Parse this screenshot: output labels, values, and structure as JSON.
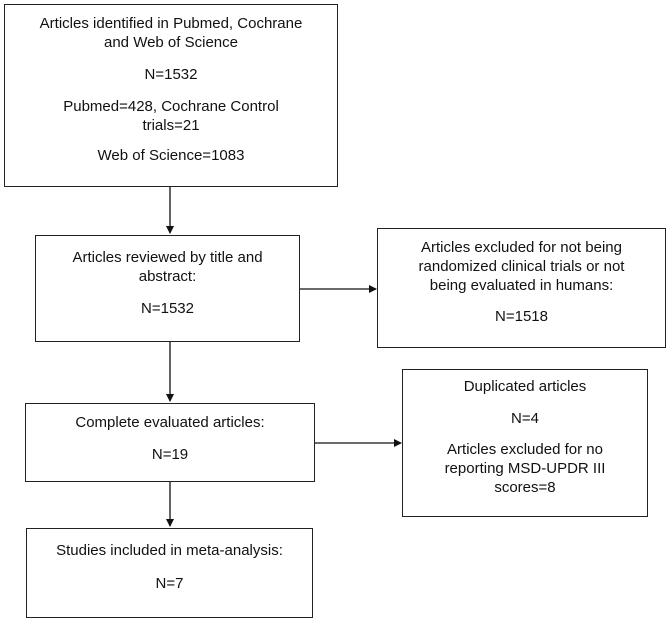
{
  "boxes": {
    "identified": {
      "line1": "Articles identified in Pubmed, Cochrane",
      "line2": "and Web of Science",
      "count": "N=1532",
      "line3": "Pubmed=428, Cochrane Control",
      "line4": "trials=21",
      "line5": "Web of Science=1083"
    },
    "reviewed": {
      "line1": "Articles reviewed by title and",
      "line2": "abstract:",
      "count": "N=1532"
    },
    "excluded_rct": {
      "line1": "Articles excluded for not being",
      "line2": "randomized clinical trials or not",
      "line3": "being evaluated in humans:",
      "count": "N=1518"
    },
    "evaluated": {
      "line1": "Complete evaluated articles:",
      "count": "N=19"
    },
    "duplicated": {
      "line1": "Duplicated articles",
      "count": "N=4",
      "line2": "Articles excluded for no",
      "line3": "reporting MSD-UPDR III",
      "line4": "scores=8"
    },
    "included": {
      "line1": "Studies included in meta-analysis:",
      "count": "N=7"
    }
  }
}
